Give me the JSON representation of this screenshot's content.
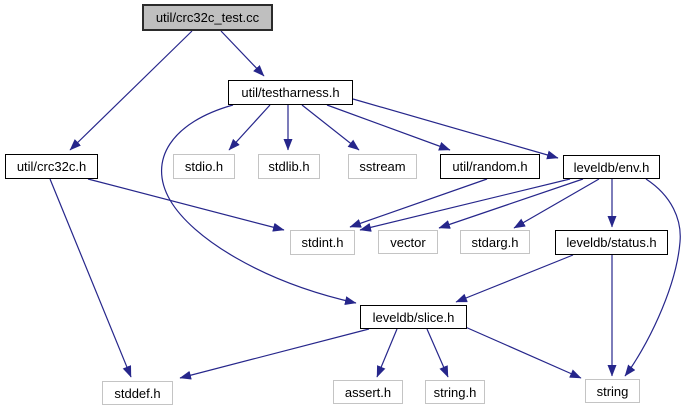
{
  "diagram": {
    "type": "include-dependency-graph",
    "colors": {
      "edge": "#26268b",
      "internal_node_border": "#000000",
      "system_node_border": "#c4c4c4",
      "current_node_fill": "#bfbfbf",
      "background": "#ffffff",
      "text": "#000000"
    }
  },
  "nodes": {
    "crc32c_test": {
      "label": "util/crc32c_test.cc"
    },
    "testharness": {
      "label": "util/testharness.h"
    },
    "crc32c": {
      "label": "util/crc32c.h"
    },
    "stdio": {
      "label": "stdio.h"
    },
    "stdlib": {
      "label": "stdlib.h"
    },
    "sstream": {
      "label": "sstream"
    },
    "random": {
      "label": "util/random.h"
    },
    "env": {
      "label": "leveldb/env.h"
    },
    "stdint": {
      "label": "stdint.h"
    },
    "vector": {
      "label": "vector"
    },
    "stdarg": {
      "label": "stdarg.h"
    },
    "status": {
      "label": "leveldb/status.h"
    },
    "slice": {
      "label": "leveldb/slice.h"
    },
    "stddef": {
      "label": "stddef.h"
    },
    "assert": {
      "label": "assert.h"
    },
    "string_h": {
      "label": "string.h"
    },
    "string": {
      "label": "string"
    }
  },
  "edges": [
    {
      "from": "util/crc32c_test.cc",
      "to": "util/crc32c.h"
    },
    {
      "from": "util/crc32c_test.cc",
      "to": "util/testharness.h"
    },
    {
      "from": "util/testharness.h",
      "to": "stdio.h"
    },
    {
      "from": "util/testharness.h",
      "to": "stdlib.h"
    },
    {
      "from": "util/testharness.h",
      "to": "sstream"
    },
    {
      "from": "util/testharness.h",
      "to": "util/random.h"
    },
    {
      "from": "util/testharness.h",
      "to": "leveldb/env.h"
    },
    {
      "from": "util/testharness.h",
      "to": "leveldb/slice.h"
    },
    {
      "from": "util/crc32c.h",
      "to": "stddef.h"
    },
    {
      "from": "util/crc32c.h",
      "to": "stdint.h"
    },
    {
      "from": "util/random.h",
      "to": "stdint.h"
    },
    {
      "from": "leveldb/env.h",
      "to": "stdint.h"
    },
    {
      "from": "leveldb/env.h",
      "to": "vector"
    },
    {
      "from": "leveldb/env.h",
      "to": "stdarg.h"
    },
    {
      "from": "leveldb/env.h",
      "to": "leveldb/status.h"
    },
    {
      "from": "leveldb/env.h",
      "to": "string"
    },
    {
      "from": "leveldb/status.h",
      "to": "leveldb/slice.h"
    },
    {
      "from": "leveldb/status.h",
      "to": "string"
    },
    {
      "from": "leveldb/slice.h",
      "to": "stddef.h"
    },
    {
      "from": "leveldb/slice.h",
      "to": "assert.h"
    },
    {
      "from": "leveldb/slice.h",
      "to": "string.h"
    },
    {
      "from": "leveldb/slice.h",
      "to": "string"
    }
  ]
}
